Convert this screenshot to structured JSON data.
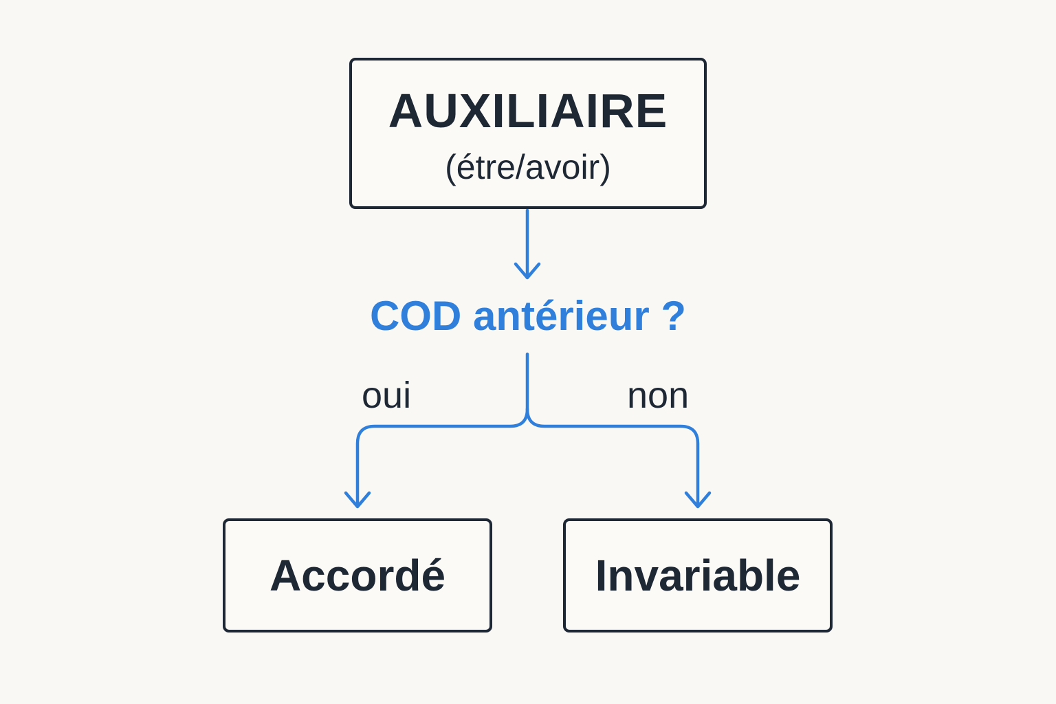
{
  "diagram": {
    "root": {
      "title": "AUXILIAIRE",
      "subtitle": "(étre/avoir)"
    },
    "question": "COD antérieur ?",
    "branches": {
      "yes": {
        "label": "oui",
        "result": "Accordé"
      },
      "no": {
        "label": "non",
        "result": "Invariable"
      }
    }
  },
  "colors": {
    "background": "#f9f8f5",
    "ink": "#1e2734",
    "accent": "#2f7fdb"
  }
}
